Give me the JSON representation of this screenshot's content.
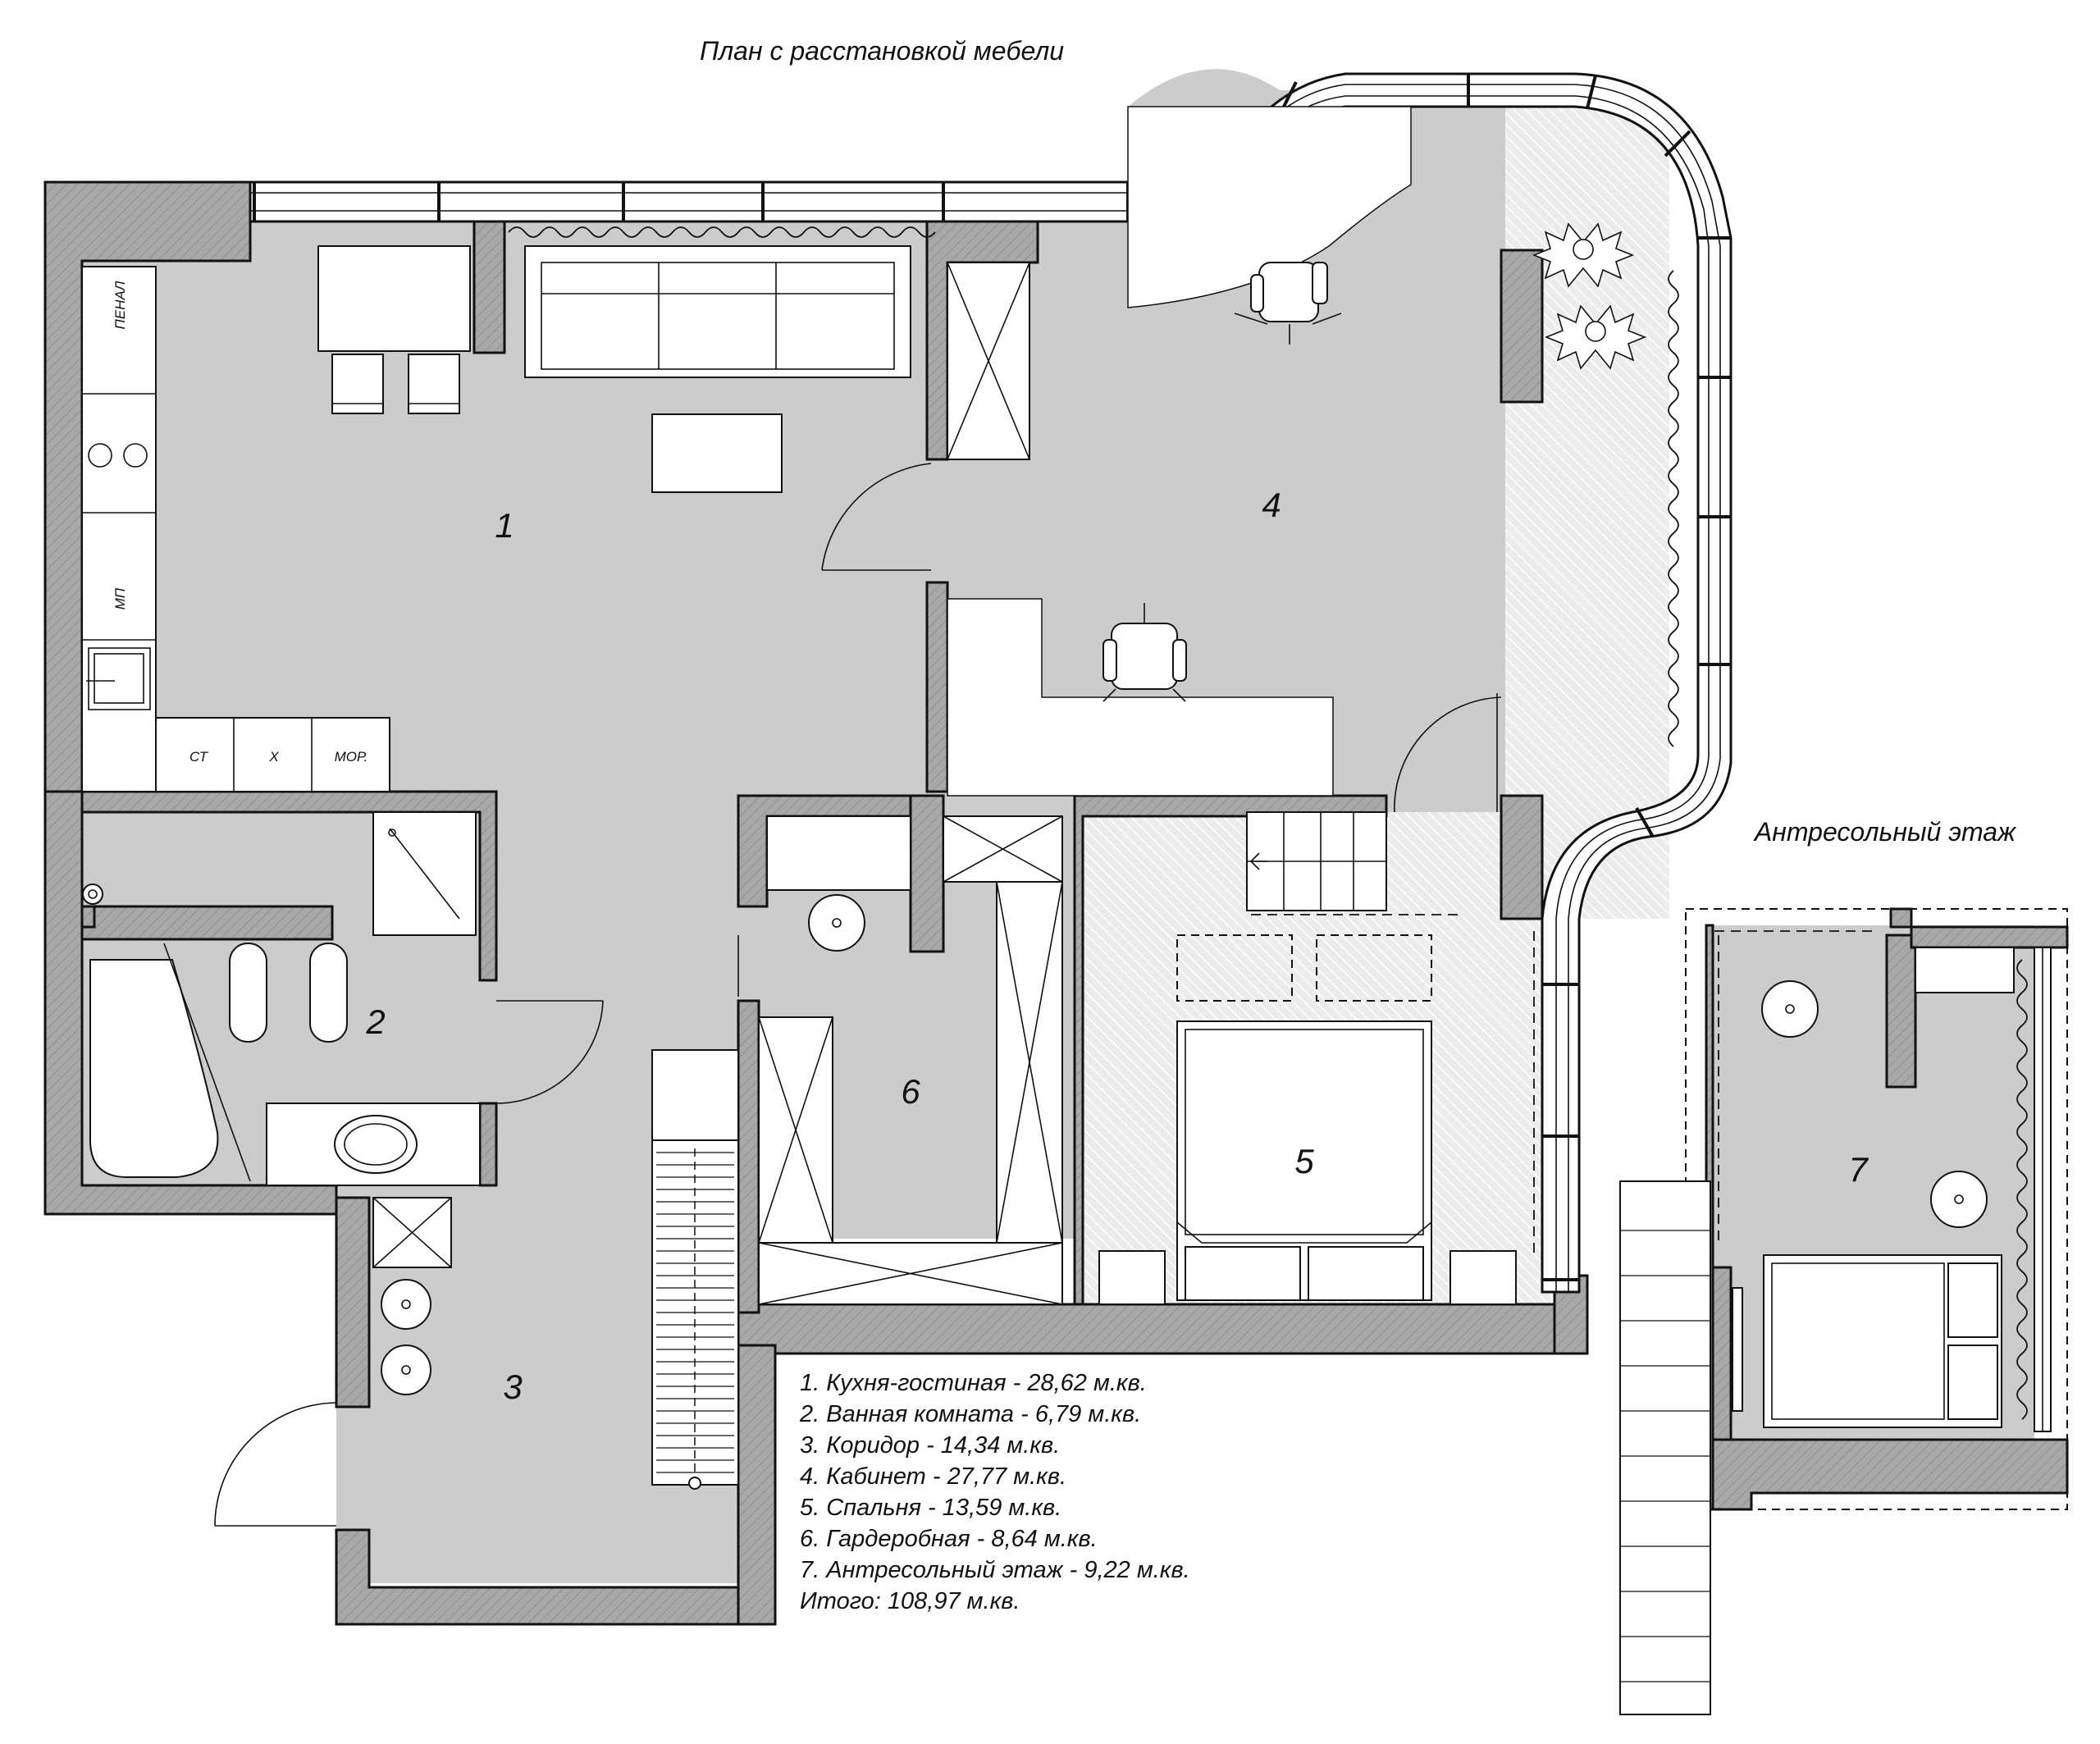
{
  "title_main": "План с расстановкой мебели",
  "title_mezzanine": "Антресольный этаж",
  "room_numbers": [
    "1",
    "2",
    "3",
    "4",
    "5",
    "6",
    "7"
  ],
  "kitchen_labels": {
    "pencil_case": "ПЕНАЛ",
    "dishwasher": "МП",
    "washer": "СТ",
    "fridge": "Х",
    "freezer": "МОР."
  },
  "legend": [
    "1. Кухня-гостиная - 28,62 м.кв.",
    "2. Ванная комната - 6,79 м.кв.",
    "3. Коридор - 14,34 м.кв.",
    "4. Кабинет - 27,77 м.кв.",
    "5. Спальня - 13,59 м.кв.",
    "6. Гардеробная - 8,64 м.кв.",
    "7. Антресольный этаж - 9,22 м.кв.",
    "Итого: 108,97 м.кв."
  ],
  "colors": {
    "floor": "#cccccc",
    "wall": "#a8a8a8",
    "line": "#111111",
    "pale_floor": "#ececec"
  }
}
